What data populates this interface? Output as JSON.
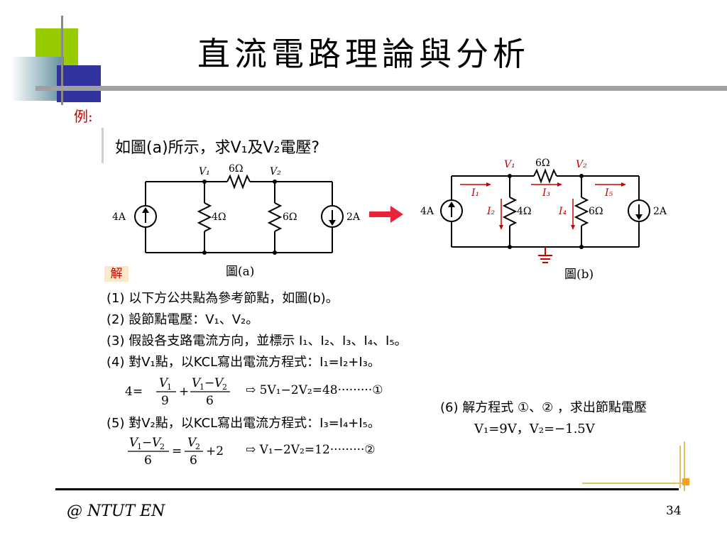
{
  "slide": {
    "title": "直流電路理論與分析",
    "example_label": "例:",
    "question": "如圖(a)所示，求V₁及V₂電壓?",
    "fig_a_caption": "圖(a)",
    "fig_b_caption": "圖(b)",
    "solution_badge": "解",
    "steps": [
      "(1) 以下方公共點為參考節點，如圖(b)。",
      "(2) 設節點電壓：V₁、V₂。",
      "(3) 假設各支路電流方向，並標示 I₁、I₂、I₃、I₄、I₅。",
      "(4) 對V₁點，以KCL寫出電流方程式：I₁=I₂+I₃。",
      "(5) 對V₂點，以KCL寫出電流方程式：I₃=I₄+I₅。"
    ],
    "eq1_result": "⇨ 5V₁−2V₂=48·········①",
    "eq2_result": "⇨ V₁−2V₂=12·········②",
    "step6": "(6) 解方程式 ①、② ，求出節點電壓",
    "step6_result": "V₁=9V，V₂=−1.5V",
    "footer_left": "@ NTUT  EN",
    "page_number": "34"
  },
  "circuit": {
    "v1": "V₁",
    "v2": "V₂",
    "r_top": "6Ω",
    "r_left": "4Ω",
    "r_right": "6Ω",
    "src_left": "4A",
    "src_right": "2A",
    "i1": "I₁",
    "i2": "I₂",
    "i3": "I₃",
    "i4": "I₄",
    "i5": "I₅"
  },
  "colors": {
    "accent_red": "#cc0000",
    "arrow_red": "#e8233a",
    "ground_red": "#cc0000"
  }
}
